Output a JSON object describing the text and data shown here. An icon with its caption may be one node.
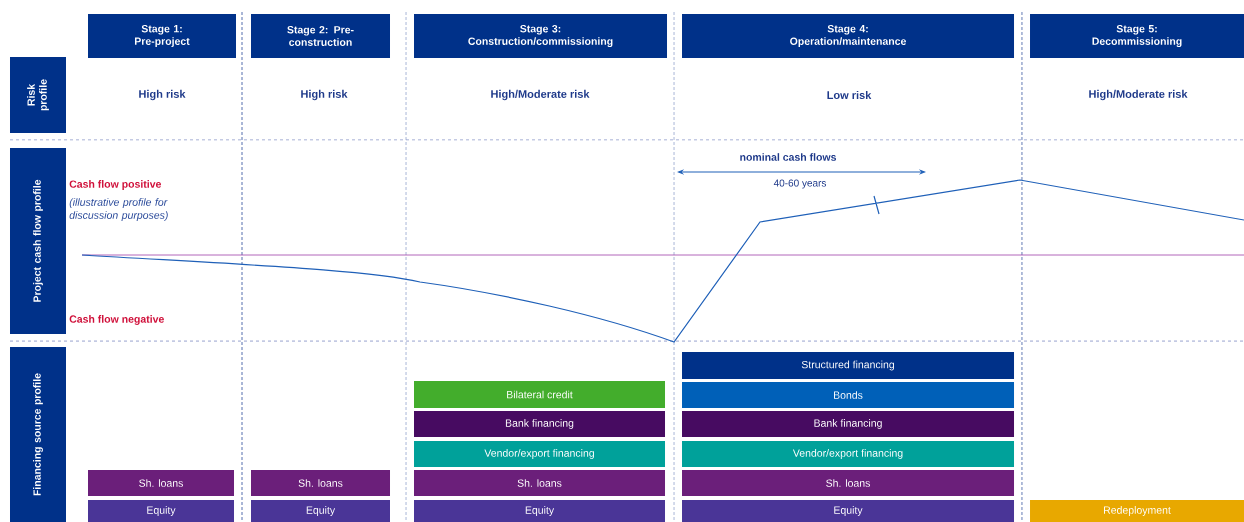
{
  "diagram": {
    "nodes": [
      {
        "text": [
          "Stage 1: Pre-project"
        ]
      },
      {
        "text": [
          "Stage 2: Pre-construction"
        ]
      },
      {
        "text": [
          "Stage 3: Construction/commissioning"
        ]
      },
      {
        "text": [
          "Stage 4: Operation/maintenance"
        ]
      },
      {
        "text": [
          "Stage 5: Decommissioning"
        ]
      },
      {
        "text": [
          "Risk profile"
        ]
      },
      {
        "text": [
          "Project cash flow profile"
        ]
      },
      {
        "text": [
          "Financing source profile"
        ]
      },
      {
        "text": [
          "Sh. loans"
        ]
      },
      {
        "text": [
          "Equity"
        ]
      },
      {
        "text": [
          "Sh. loans"
        ]
      },
      {
        "text": [
          "Equity"
        ]
      },
      {
        "text": [
          "Bilateral credit"
        ]
      },
      {
        "text": [
          "Bank financing"
        ]
      },
      {
        "text": [
          "Vendor/export financing"
        ]
      },
      {
        "text": [
          "Sh. loans"
        ]
      },
      {
        "text": [
          "Equity"
        ]
      },
      {
        "text": [
          "Structured financing"
        ]
      },
      {
        "text": [
          "Bonds"
        ]
      },
      {
        "text": [
          "Bank financing"
        ]
      },
      {
        "text": [
          "Vendor/export financing"
        ]
      },
      {
        "text": [
          "Sh. loans"
        ]
      },
      {
        "text": [
          "Equity"
        ]
      },
      {
        "text": [
          "Redeployment"
        ]
      }
    ],
    "labels": [
      "High risk",
      "High risk",
      "High/Moderate risk",
      "Low risk",
      "High/Moderate risk",
      "Cash flow positive",
      "(illustrative profile for discussion purposes)",
      "Cash flow negative",
      "nominal cash flows",
      "40-60 years"
    ]
  }
}
